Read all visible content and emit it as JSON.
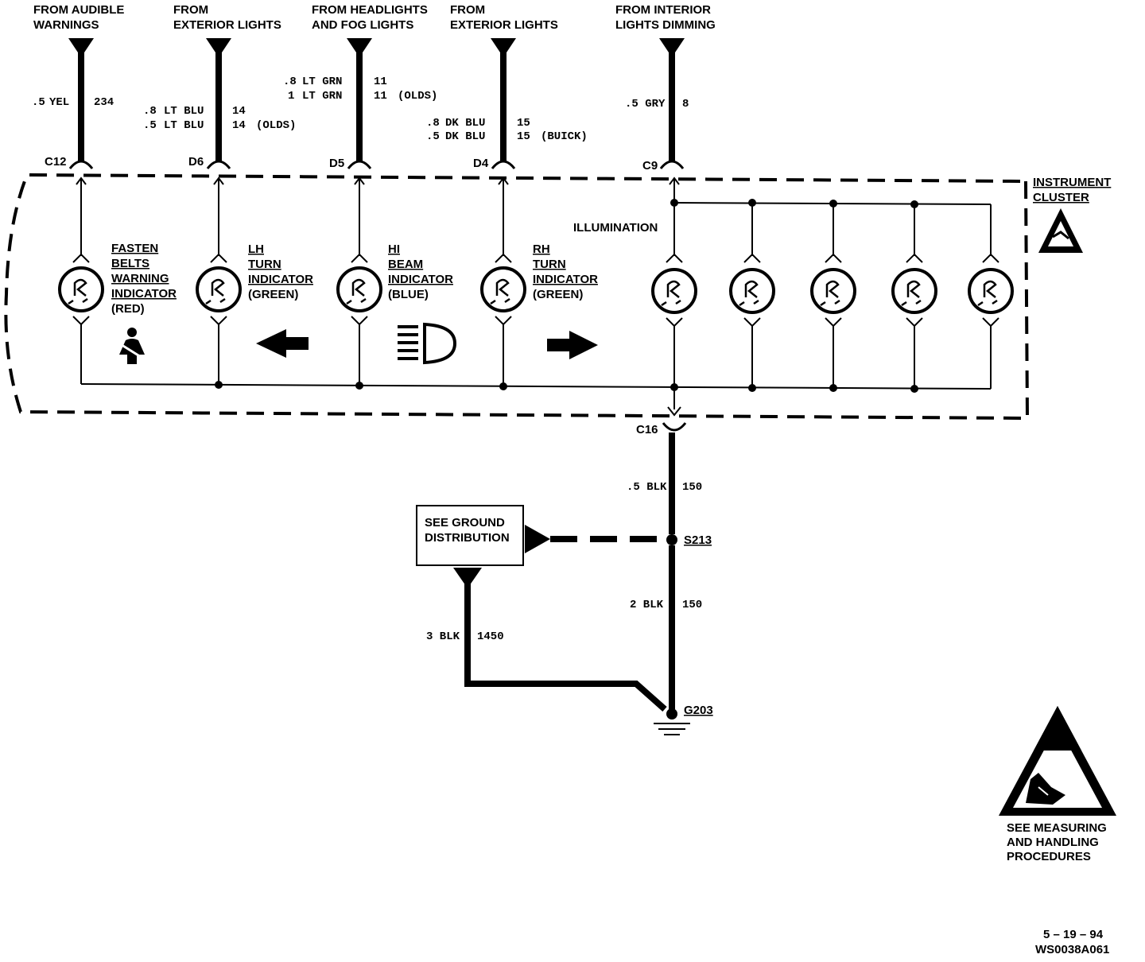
{
  "sources": [
    {
      "line1": "FROM AUDIBLE",
      "line2": "WARNINGS"
    },
    {
      "line1": "FROM",
      "line2": "EXTERIOR LIGHTS"
    },
    {
      "line1": "FROM HEADLIGHTS",
      "line2": "AND FOG LIGHTS"
    },
    {
      "line1": "FROM",
      "line2": "EXTERIOR LIGHTS"
    },
    {
      "line1": "FROM INTERIOR",
      "line2": "LIGHTS DIMMING"
    }
  ],
  "wires": {
    "w1": {
      "size": ".5",
      "color": "YEL",
      "circuit": "234"
    },
    "w2": {
      "size1": ".8",
      "color1": "LT BLU",
      "circuit1": "14",
      "size2": ".5",
      "color2": "LT BLU",
      "circuit2": "14",
      "note2": "(OLDS)"
    },
    "w3": {
      "size1": ".8",
      "color1": "LT GRN",
      "circuit1": "11",
      "size2": "1",
      "color2": "LT GRN",
      "circuit2": "11",
      "note2": "(OLDS)"
    },
    "w4": {
      "size1": ".8",
      "color1": "DK BLU",
      "circuit1": "15",
      "size2": ".5",
      "color2": "DK BLU",
      "circuit2": "15",
      "note2": "(BUICK)"
    },
    "w5": {
      "label": ".5 GRY",
      "circuit": "8"
    }
  },
  "connectors": {
    "c12": "C12",
    "d6": "D6",
    "d5": "D5",
    "d4": "D4",
    "c9": "C9",
    "c16": "C16"
  },
  "cluster": {
    "line1": "INSTRUMENT",
    "line2": "CLUSTER"
  },
  "illumination_label": "ILLUMINATION",
  "indicators": {
    "fasten": {
      "l1": "FASTEN",
      "l2": "BELTS",
      "l3": "WARNING",
      "l4": "INDICATOR",
      "l5": "(RED)"
    },
    "lh": {
      "l1": "LH",
      "l2": "TURN",
      "l3": "INDICATOR",
      "l4": "(GREEN)"
    },
    "hi": {
      "l1": "HI",
      "l2": "BEAM",
      "l3": "INDICATOR",
      "l4": "(BLUE)"
    },
    "rh": {
      "l1": "RH",
      "l2": "TURN",
      "l3": "INDICATOR",
      "l4": "(GREEN)"
    }
  },
  "ground": {
    "wire_top": {
      "label": ".5 BLK",
      "circuit": "150"
    },
    "splice": "S213",
    "wire_bottom": {
      "label": "2 BLK",
      "circuit": "150"
    },
    "ground_point": "G203",
    "box": {
      "line1": "SEE GROUND",
      "line2": "DISTRIBUTION"
    },
    "wire_box": {
      "label": "3 BLK",
      "circuit": "1450"
    }
  },
  "esd": {
    "line1": "SEE MEASURING",
    "line2": "AND HANDLING",
    "line3": "PROCEDURES"
  },
  "footer": {
    "date": "5 – 19 – 94",
    "code": "WS0038A061"
  }
}
